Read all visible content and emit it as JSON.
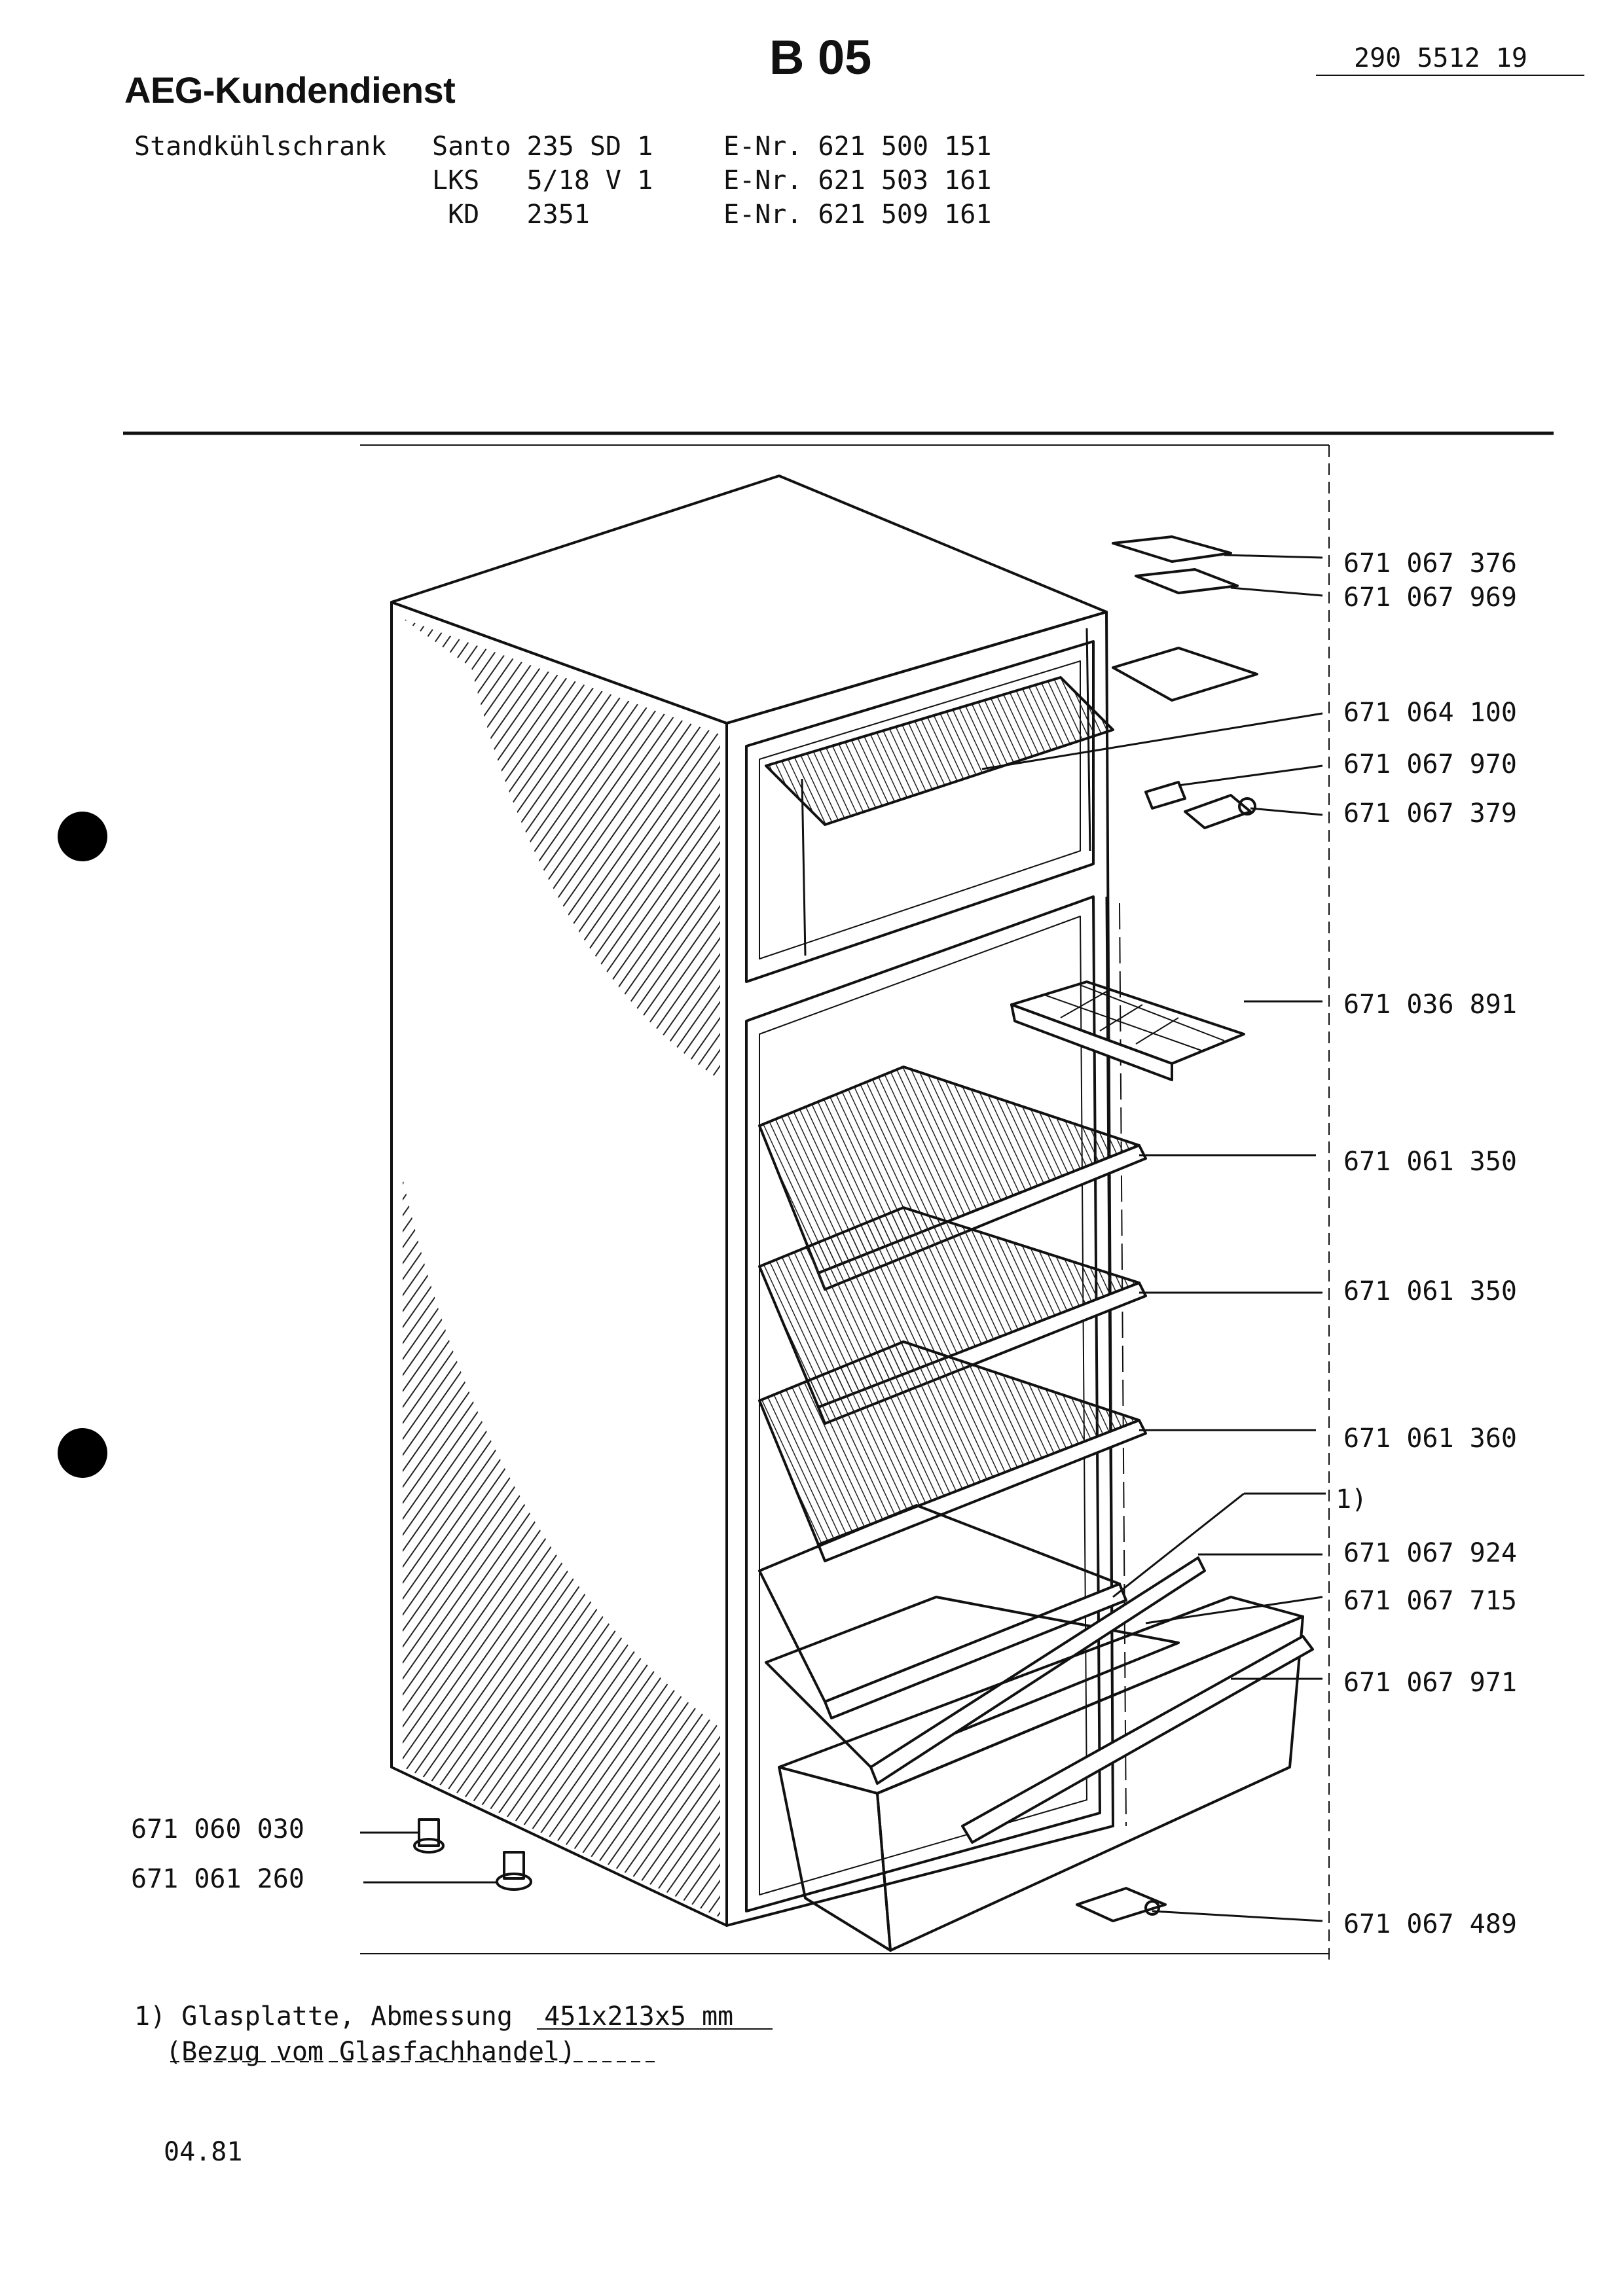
{
  "header": {
    "brand": "AEG-Kundendienst",
    "sheet": "B 05",
    "doc_number": "290 5512 19"
  },
  "models": {
    "device_type": "Standkühlschrank",
    "rows": [
      {
        "model": "Santo 235 SD 1",
        "enr": "E-Nr. 621 500 151"
      },
      {
        "model": "LKS   5/18 V 1",
        "enr": "E-Nr. 621 503 161"
      },
      {
        "model": " KD   2351",
        "enr": "E-Nr. 621 509 161"
      }
    ]
  },
  "parts_right": [
    "671 067 376",
    "671 067 969",
    "671 064 100",
    "671 067 970",
    "671 067 379",
    "671 036 891",
    "671 061 350",
    "671 061 350",
    "671 061 360",
    "1)",
    "671 067 924",
    "671 067 715",
    "671 067 971",
    "671 067 489"
  ],
  "parts_left": [
    "671 060 030",
    "671 061 260"
  ],
  "footnote": {
    "line1": "1) Glasplatte, Abmessung  451x213x5 mm",
    "line2": "  (Bezug vom Glasfachhandel)"
  },
  "date": "04.81"
}
